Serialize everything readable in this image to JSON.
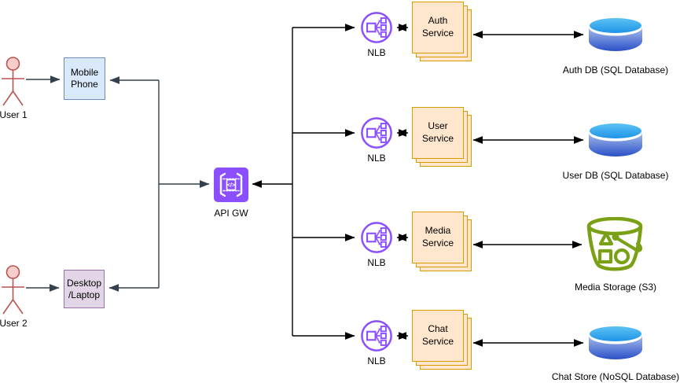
{
  "diagram": {
    "actors": [
      {
        "label": "User 1"
      },
      {
        "label": "User 2"
      }
    ],
    "clients": [
      {
        "label": "Mobile Phone"
      },
      {
        "label": "Desktop /Laptop"
      }
    ],
    "gateway": {
      "label": "API GW",
      "icon": "api-gateway-icon"
    },
    "rows": [
      {
        "lb": {
          "label": "NLB",
          "icon": "network-load-balancer-icon"
        },
        "service": {
          "label": "Auth Service"
        },
        "store": {
          "label": "Auth DB (SQL Database)",
          "icon": "sql-database-cylinder-icon"
        }
      },
      {
        "lb": {
          "label": "NLB",
          "icon": "network-load-balancer-icon"
        },
        "service": {
          "label": "User Service"
        },
        "store": {
          "label": "User DB (SQL Database)",
          "icon": "sql-database-cylinder-icon"
        }
      },
      {
        "lb": {
          "label": "NLB",
          "icon": "network-load-balancer-icon"
        },
        "service": {
          "label": "Media Service"
        },
        "store": {
          "label": "Media Storage (S3)",
          "icon": "s3-bucket-icon"
        }
      },
      {
        "lb": {
          "label": "NLB",
          "icon": "network-load-balancer-icon"
        },
        "service": {
          "label": "Chat Service"
        },
        "store": {
          "label": "Chat Store (NoSQL Database)",
          "icon": "nosql-database-cylinder-icon"
        }
      }
    ],
    "colors": {
      "client_box_fill": "#dae8fc",
      "client_box_stroke": "#6c8ebf",
      "desktop_box_fill": "#e1d5e7",
      "desktop_box_stroke": "#9673a6",
      "service_box_fill": "#ffe6cc",
      "service_box_stroke": "#d79b00",
      "aws_purple": "#8c4fff",
      "s3_green": "#7aa116",
      "db_top_blue": "#2ea4ef",
      "db_body_bottom_blue": "#2b50c8",
      "actor_stroke": "#b85450",
      "actor_head_fill": "#f8cecc",
      "edge_dark": "#33404d",
      "edge_black": "#000000"
    }
  }
}
